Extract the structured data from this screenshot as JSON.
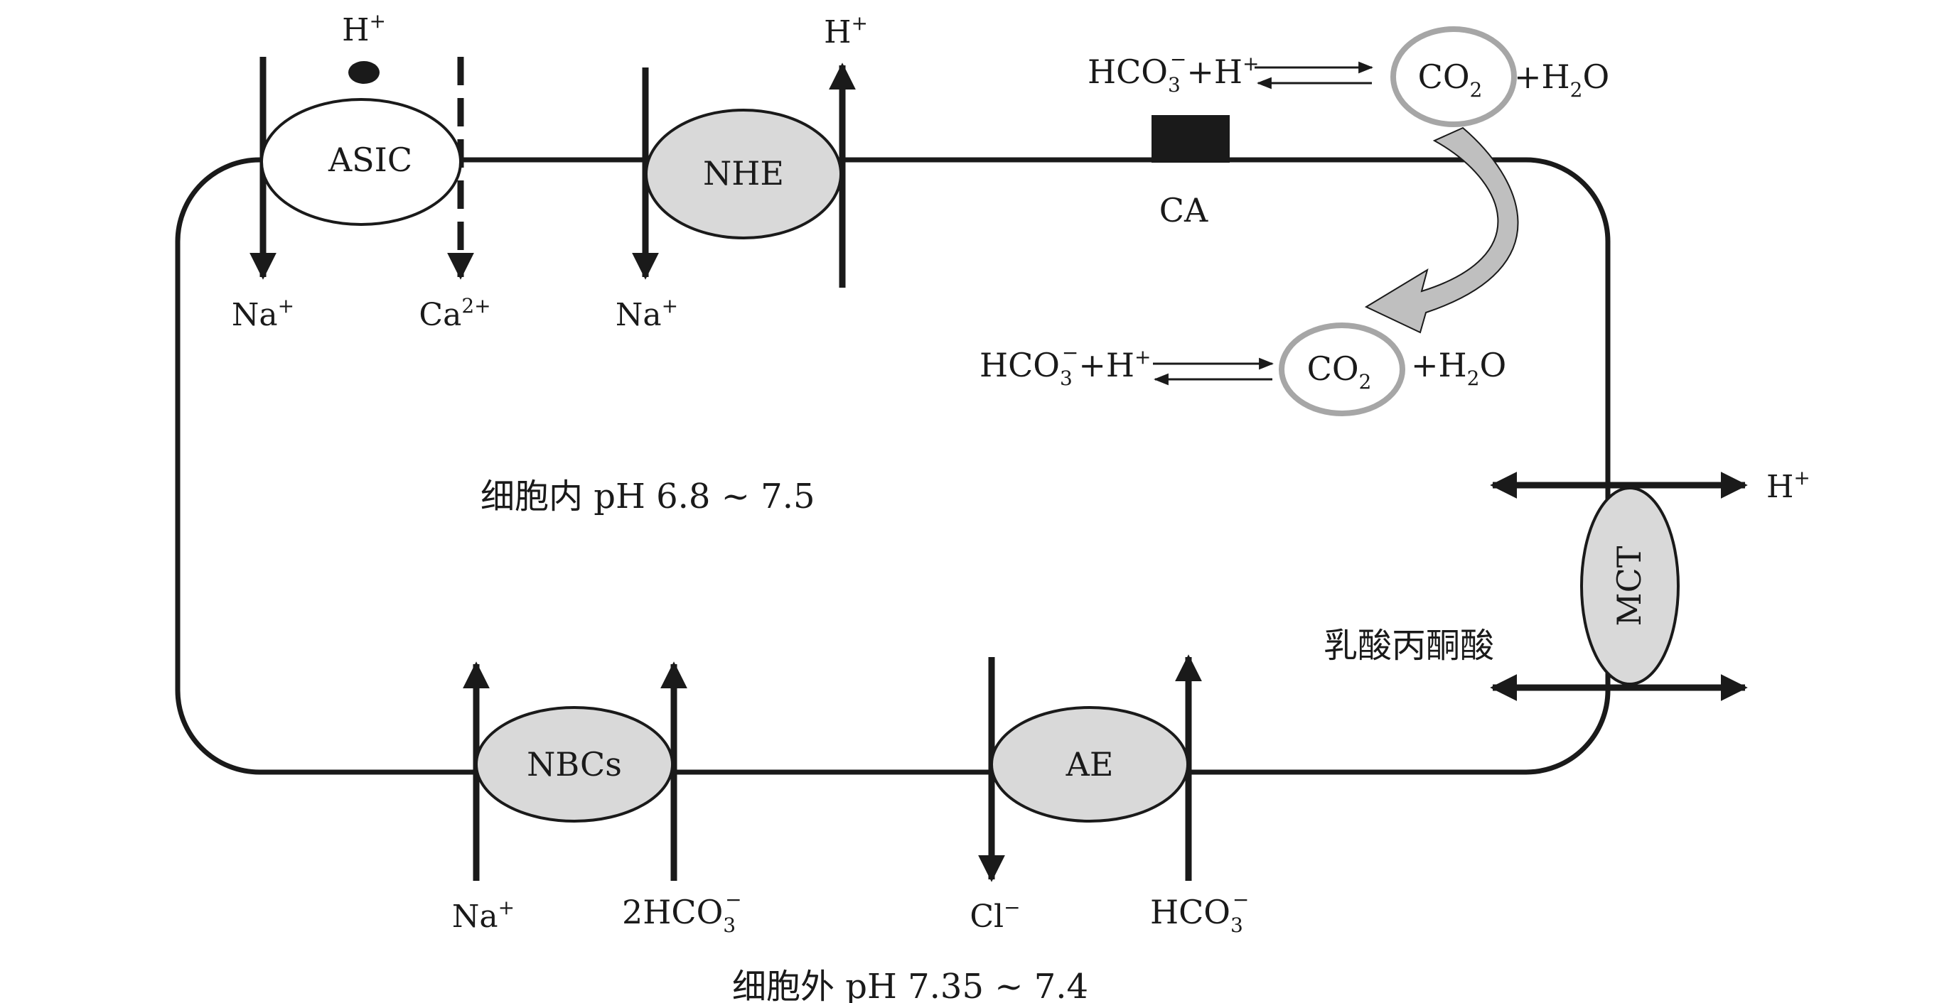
{
  "colors": {
    "line": "#1a1a1a",
    "transporter_fill": "#d9d9d9",
    "asic_fill": "#ffffff",
    "co2_ring": "#a6a6a6",
    "curved_arrow_fill": "#bfbfbf"
  },
  "transporters": {
    "asic": "ASIC",
    "nhe": "NHE",
    "mct": "MCT",
    "nbcs": "NBCs",
    "ae": "AE"
  },
  "enzyme": {
    "ca": "CA"
  },
  "ions": {
    "asic_h": "H",
    "asic_h_sup": "+",
    "asic_na": "Na",
    "asic_na_sup": "+",
    "asic_ca": "Ca",
    "asic_ca_sup": "2+",
    "nhe_na": "Na",
    "nhe_na_sup": "+",
    "nhe_h": "H",
    "nhe_h_sup": "+",
    "mct_h": "H",
    "mct_h_sup": "+",
    "mct_lactate": "乳酸丙酮酸",
    "nbcs_na": "Na",
    "nbcs_na_sup": "+",
    "nbcs_hco3_pre": "2HCO",
    "nbcs_hco3_sub": "3",
    "nbcs_hco3_sup": "−",
    "ae_cl": "Cl",
    "ae_cl_sup": "−",
    "ae_hco3_pre": "HCO",
    "ae_hco3_sub": "3",
    "ae_hco3_sup": "−"
  },
  "equilibrium_top": {
    "hco3": "HCO",
    "hco3_sub": "3",
    "hco3_sup": "−",
    "plus_h": "+H",
    "plus_h_sup": "+",
    "co2": "CO",
    "co2_sub": "2",
    "plus_h2o_a": "+H",
    "plus_h2o_sub": "2",
    "plus_h2o_b": "O"
  },
  "equilibrium_inner": {
    "hco3": "HCO",
    "hco3_sub": "3",
    "hco3_sup": "−",
    "plus_h": "+H",
    "plus_h_sup": "+",
    "co2": "CO",
    "co2_sub": "2",
    "plus_h2o_a": "+H",
    "plus_h2o_sub": "2",
    "plus_h2o_b": "O"
  },
  "regions": {
    "intracellular": "细胞内 pH 6.8 ~ 7.5",
    "extracellular": "细胞外 pH 7.35 ~ 7.4"
  }
}
